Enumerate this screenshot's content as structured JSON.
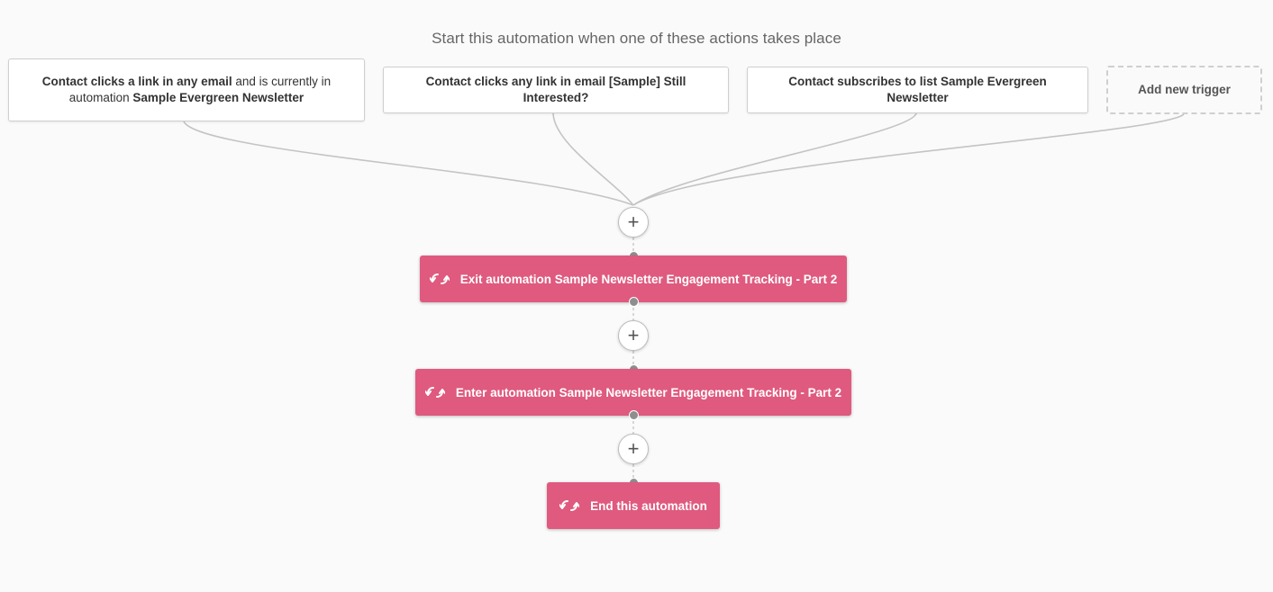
{
  "heading": "Start this automation when one of these actions takes place",
  "triggers": [
    {
      "label_bold": "Contact clicks a link in any email",
      "label_rest": " and is currently in automation ",
      "label_bold_2": "Sample Evergreen Newsletter"
    },
    {
      "label": "Contact clicks any link in email [Sample] Still Interested?"
    },
    {
      "label": "Contact subscribes to list Sample Evergreen Newsletter"
    },
    {
      "label": "Add new trigger"
    }
  ],
  "add_step_symbol": "+",
  "actions": [
    {
      "label": "Exit automation Sample Newsletter Engagement Tracking - Part 2",
      "icon": "sync-icon"
    },
    {
      "label": "Enter automation Sample Newsletter Engagement Tracking - Part 2",
      "icon": "sync-icon"
    },
    {
      "label": "End this automation",
      "icon": "sync-icon"
    }
  ],
  "colors": {
    "action_bg": "#df5a7e",
    "connector": "#bdbdbd",
    "background": "#fafafa"
  }
}
